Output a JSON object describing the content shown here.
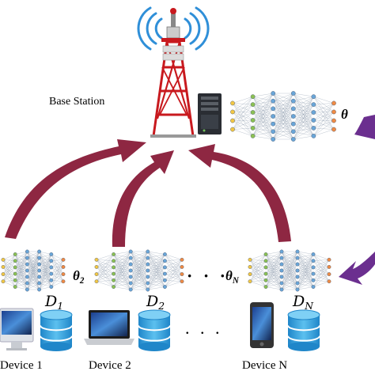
{
  "labels": {
    "base_station": "Base Station",
    "global_model": "θ",
    "devices": [
      {
        "name": "Device 1",
        "model_sub": "",
        "data_sub": "1"
      },
      {
        "name": "Device 2",
        "model_sub": "2",
        "data_sub": "2"
      },
      {
        "name": "Device N",
        "model_sub": "N",
        "data_sub": "N"
      }
    ],
    "theta_base": "θ",
    "dataset_base": "D",
    "ellipsis": "· · ·",
    "ellipsis_small": ". . ."
  },
  "colors": {
    "arrow_up": "#8e2742",
    "arrow_broadcast": "#6b2f8f",
    "tower_red": "#c8191e",
    "signal_blue": "#2f8fd8",
    "db_blue": "#35a2dd",
    "nn_orange": "#f08b44",
    "nn_blue": "#6aa6d8",
    "nn_green": "#8cc153",
    "nn_yellow": "#f2c744"
  },
  "icons": [
    "cell-tower-icon",
    "server-icon",
    "laptop-icon",
    "imac-icon",
    "ipod-icon",
    "database-icon",
    "neural-network-icon"
  ]
}
